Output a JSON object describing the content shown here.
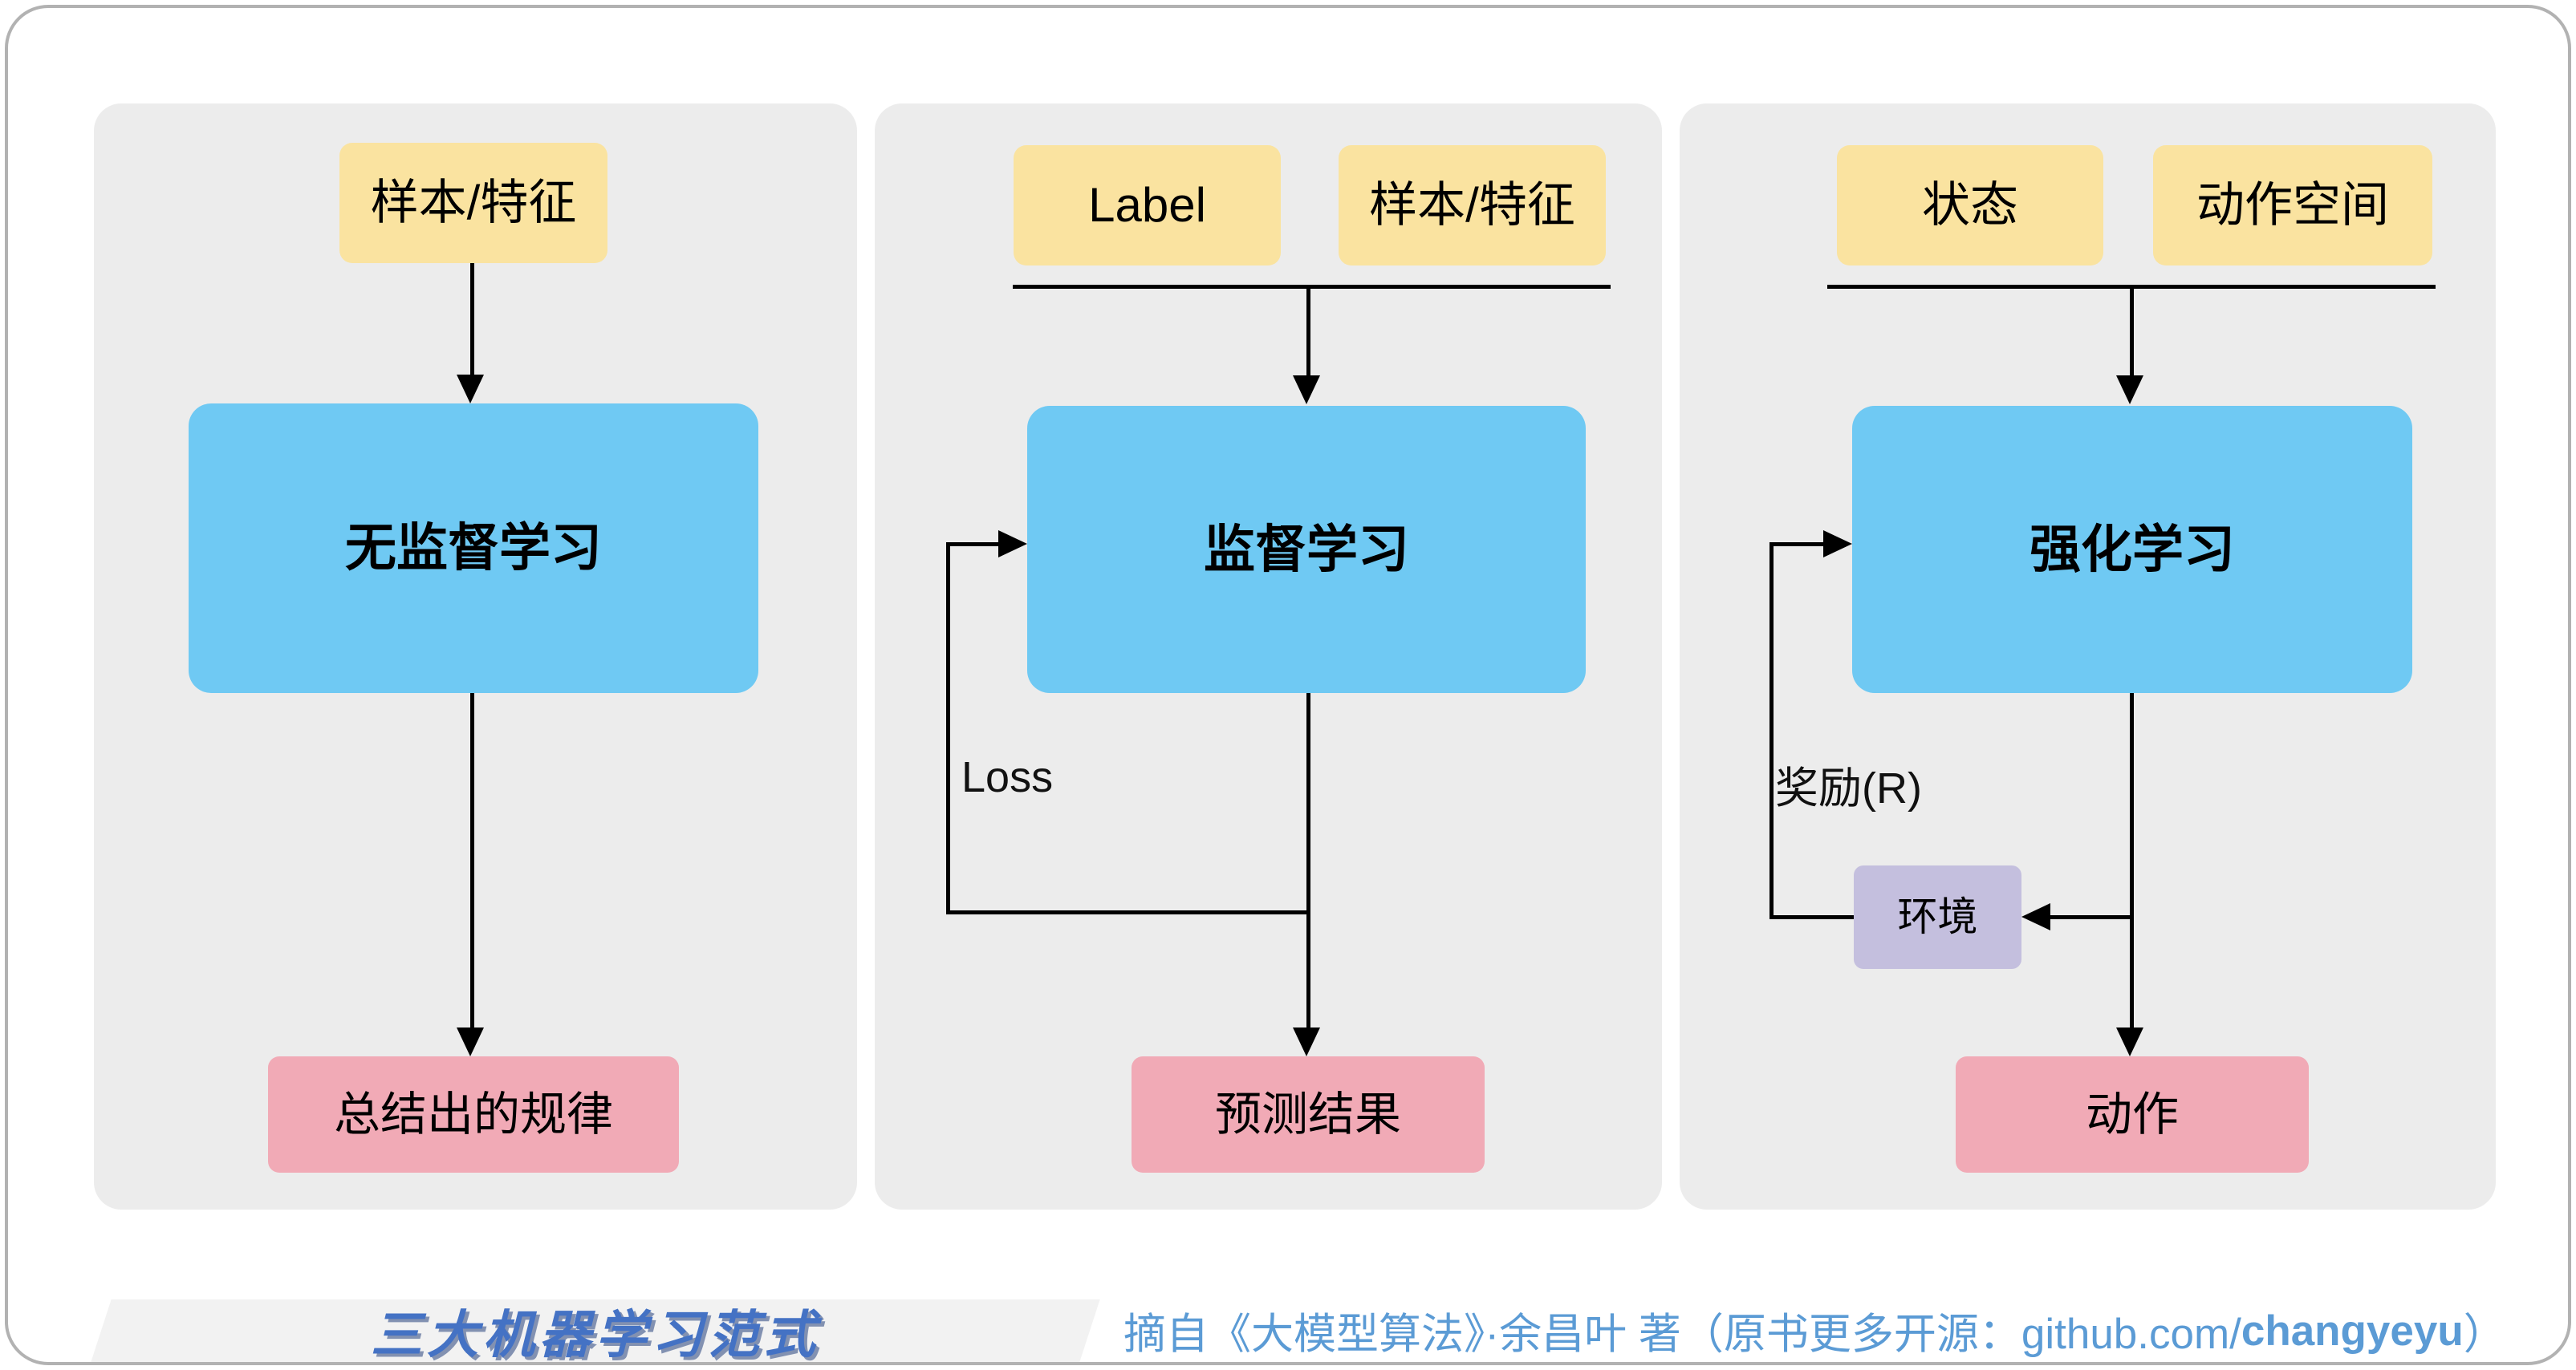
{
  "panels": [
    {
      "id": "unsupervised",
      "inputs": [
        "样本/特征"
      ],
      "process": "无监督学习",
      "output": "总结出的规律"
    },
    {
      "id": "supervised",
      "inputs": [
        "Label",
        "样本/特征"
      ],
      "process": "监督学习",
      "feedback_label": "Loss",
      "output": "预测结果"
    },
    {
      "id": "reinforcement",
      "inputs": [
        "状态",
        "动作空间"
      ],
      "process": "强化学习",
      "feedback_label": "奖励(R)",
      "environment": "环境",
      "output": "动作"
    }
  ],
  "footer": {
    "title": "三大机器学习范式",
    "credit_prefix": "摘自《大模型算法》·余昌叶 著（原书更多开源：github.com/",
    "credit_bold": "changyeyu",
    "credit_suffix": "）"
  },
  "colors": {
    "panel_bg": "#ececec",
    "input_fill": "#fae3a0",
    "process_fill": "#6fc9f3",
    "output_fill": "#f1aab6",
    "environment_fill": "#c4bfde",
    "line": "#000000",
    "footer_title_blue": "#4472c4",
    "footer_credit_blue": "#5b9bd5",
    "card_border": "#b2b2b2"
  }
}
